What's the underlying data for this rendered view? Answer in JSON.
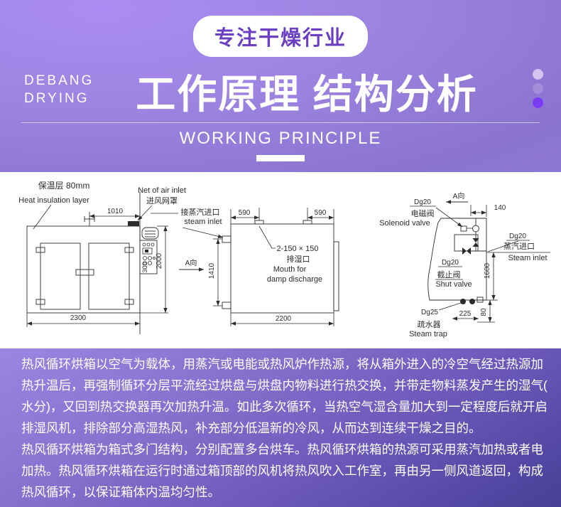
{
  "header": {
    "badge": "专注干燥行业",
    "brand_line1": "DEBANG",
    "brand_line2": "DRYING",
    "title": "工作原理 结构分析",
    "subtitle": "WORKING PRINCIPLE"
  },
  "colors": {
    "badge_text": "#6b3fc2",
    "hero_purple": "#9a82dc",
    "dot_light": "#d3c4f2",
    "dot_mid": "#a58cd8",
    "dot_accent": "#7a3bf5",
    "drawing_ink": "#2c2c2c",
    "desc_top": "#9a87e2",
    "desc_bottom": "#463f97"
  },
  "diagram": {
    "left": {
      "insulation_cn": "保温层 80mm",
      "insulation_en": "Heat insulation layer",
      "net_en": "Net of air inlet",
      "net_cn": "进风网罩",
      "dim_top": "1010",
      "dim_width": "2300",
      "dim_height": "2000",
      "dim_panel": "300"
    },
    "steam_label": {
      "cn": "接蒸汽进口",
      "en": "steam inlet"
    },
    "view_a_left": "A向",
    "middle": {
      "dim_590_left": "590",
      "dim_590_right": "590",
      "dim_side": "1410",
      "damp_size": "2-150 × 150",
      "damp_cn": "排湿口",
      "damp_en1": "Mouth for",
      "damp_en2": "damp discharge",
      "dim_width": "2200"
    },
    "right": {
      "view_a": "A向",
      "solenoid_dg": "Dg20",
      "solenoid_cn": "电磁阀",
      "solenoid_en": "Solenoid valve",
      "dim_offset": "140",
      "inlet_dg": "Dg20",
      "inlet_cn": "蒸汽进口",
      "inlet_en": "Steam inlet",
      "shut_dg": "Dg20",
      "shut_cn": "截止阀",
      "shut_en": "Shut valve",
      "dim_height": "1600",
      "trap_dg": "Dg25",
      "dim_225": "225",
      "dim_80": "80",
      "trap_cn": "疏水器",
      "trap_en": "Steam trap"
    }
  },
  "description": {
    "lines": [
      "热风循环烘箱以空气为载体，用蒸汽或电能或热风炉作热源，将从箱外进入的冷空气经过热源加",
      "热升温后，再强制循环分层平流经过烘盘与烘盘内物料进行热交换，并带走物料蒸发产生的湿气(",
      "水分)，又回到热交换器再次加热升温。如此多次循环，当热空气湿含量加大到一定程度后就开启",
      "排湿风机，排除部分高湿热风，补充部分低温新的冷风，从而达到连续干燥之目的。",
      "热风循环烘箱为箱式多门结构，分别配置多台烘车。热风循环烘箱的热源可采用蒸汽加热或者电",
      "加热。热风循环烘箱在运行时通过箱顶部的风机将热风吹入工作室，再由另一侧风道返回，构成",
      "热风循环，以保证箱体内温均匀性。"
    ]
  }
}
